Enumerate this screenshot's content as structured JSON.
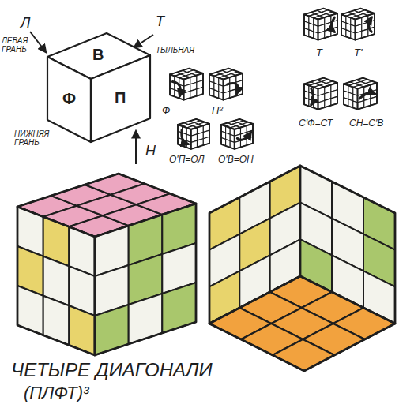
{
  "diagram": {
    "title": "ЧЕТЫРЕ ДИАГОНАЛИ",
    "caption": "(ПЛФТ)³",
    "labels": [
      "Л",
      "ЛЕВАЯ ГРАНЬ",
      "В",
      "Т",
      "ТЫЛЬНАЯ",
      "Ф",
      "П",
      "НИЖНЯЯ ГРАНЬ",
      "Н",
      "Т",
      "Т'",
      "Ф",
      "П²",
      "С'Ф=СТ",
      "СН=С'В",
      "О'П=ОЛ",
      "О'В=ОН"
    ]
  }
}
